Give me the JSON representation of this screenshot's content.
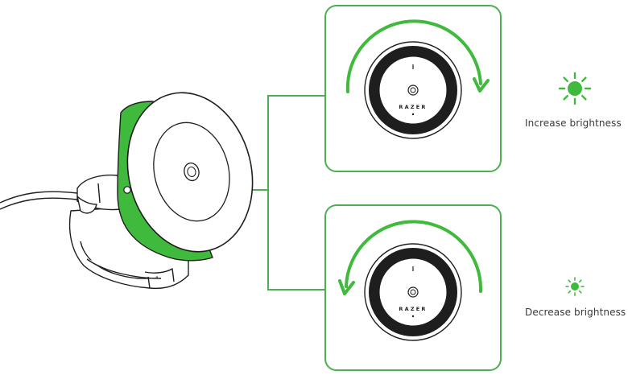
{
  "labels": {
    "increase": "Increase brightness",
    "decrease": "Decrease brightness"
  },
  "brand": "RAZER",
  "colors": {
    "accent_green": "#3fba3c",
    "outline": "#1e1e1e",
    "panel_border": "#4caf50"
  },
  "icons": {
    "increase": "sun-large-icon",
    "decrease": "sun-small-icon",
    "rotate_cw": "clockwise-arrow-icon",
    "rotate_ccw": "counterclockwise-arrow-icon"
  }
}
